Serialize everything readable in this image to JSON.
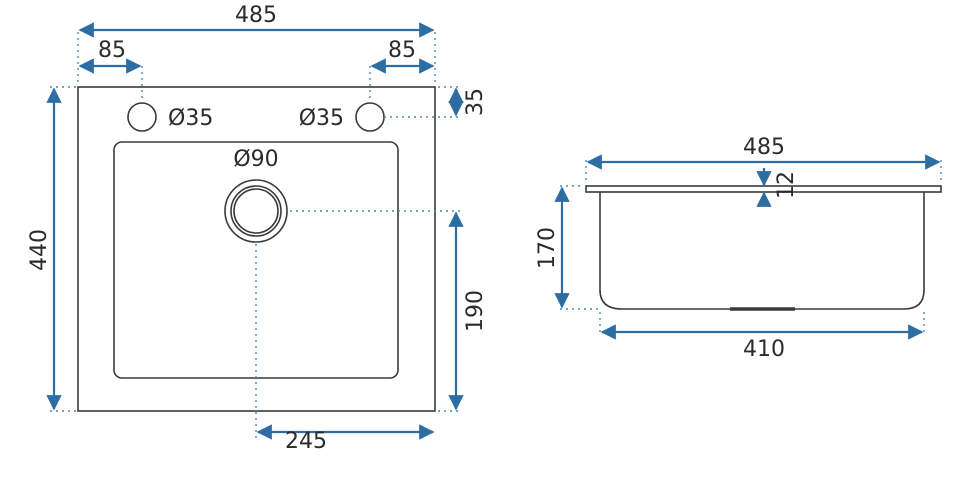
{
  "colors": {
    "dimension": "#2e6da4",
    "outline": "#3a3a3a",
    "text": "#2b2b2b"
  },
  "top_view": {
    "overall_width": "485",
    "tap_offset_left": "85",
    "tap_offset_right": "85",
    "tap_hole_left": "Ø35",
    "tap_hole_right": "Ø35",
    "hole_to_edge": "35",
    "overall_depth": "440",
    "drain": "Ø90",
    "drain_from_back": "190",
    "drain_from_side": "245"
  },
  "side_view": {
    "overall_width": "485",
    "rim_thickness": "12",
    "bowl_depth": "170",
    "bottom_width": "410"
  }
}
